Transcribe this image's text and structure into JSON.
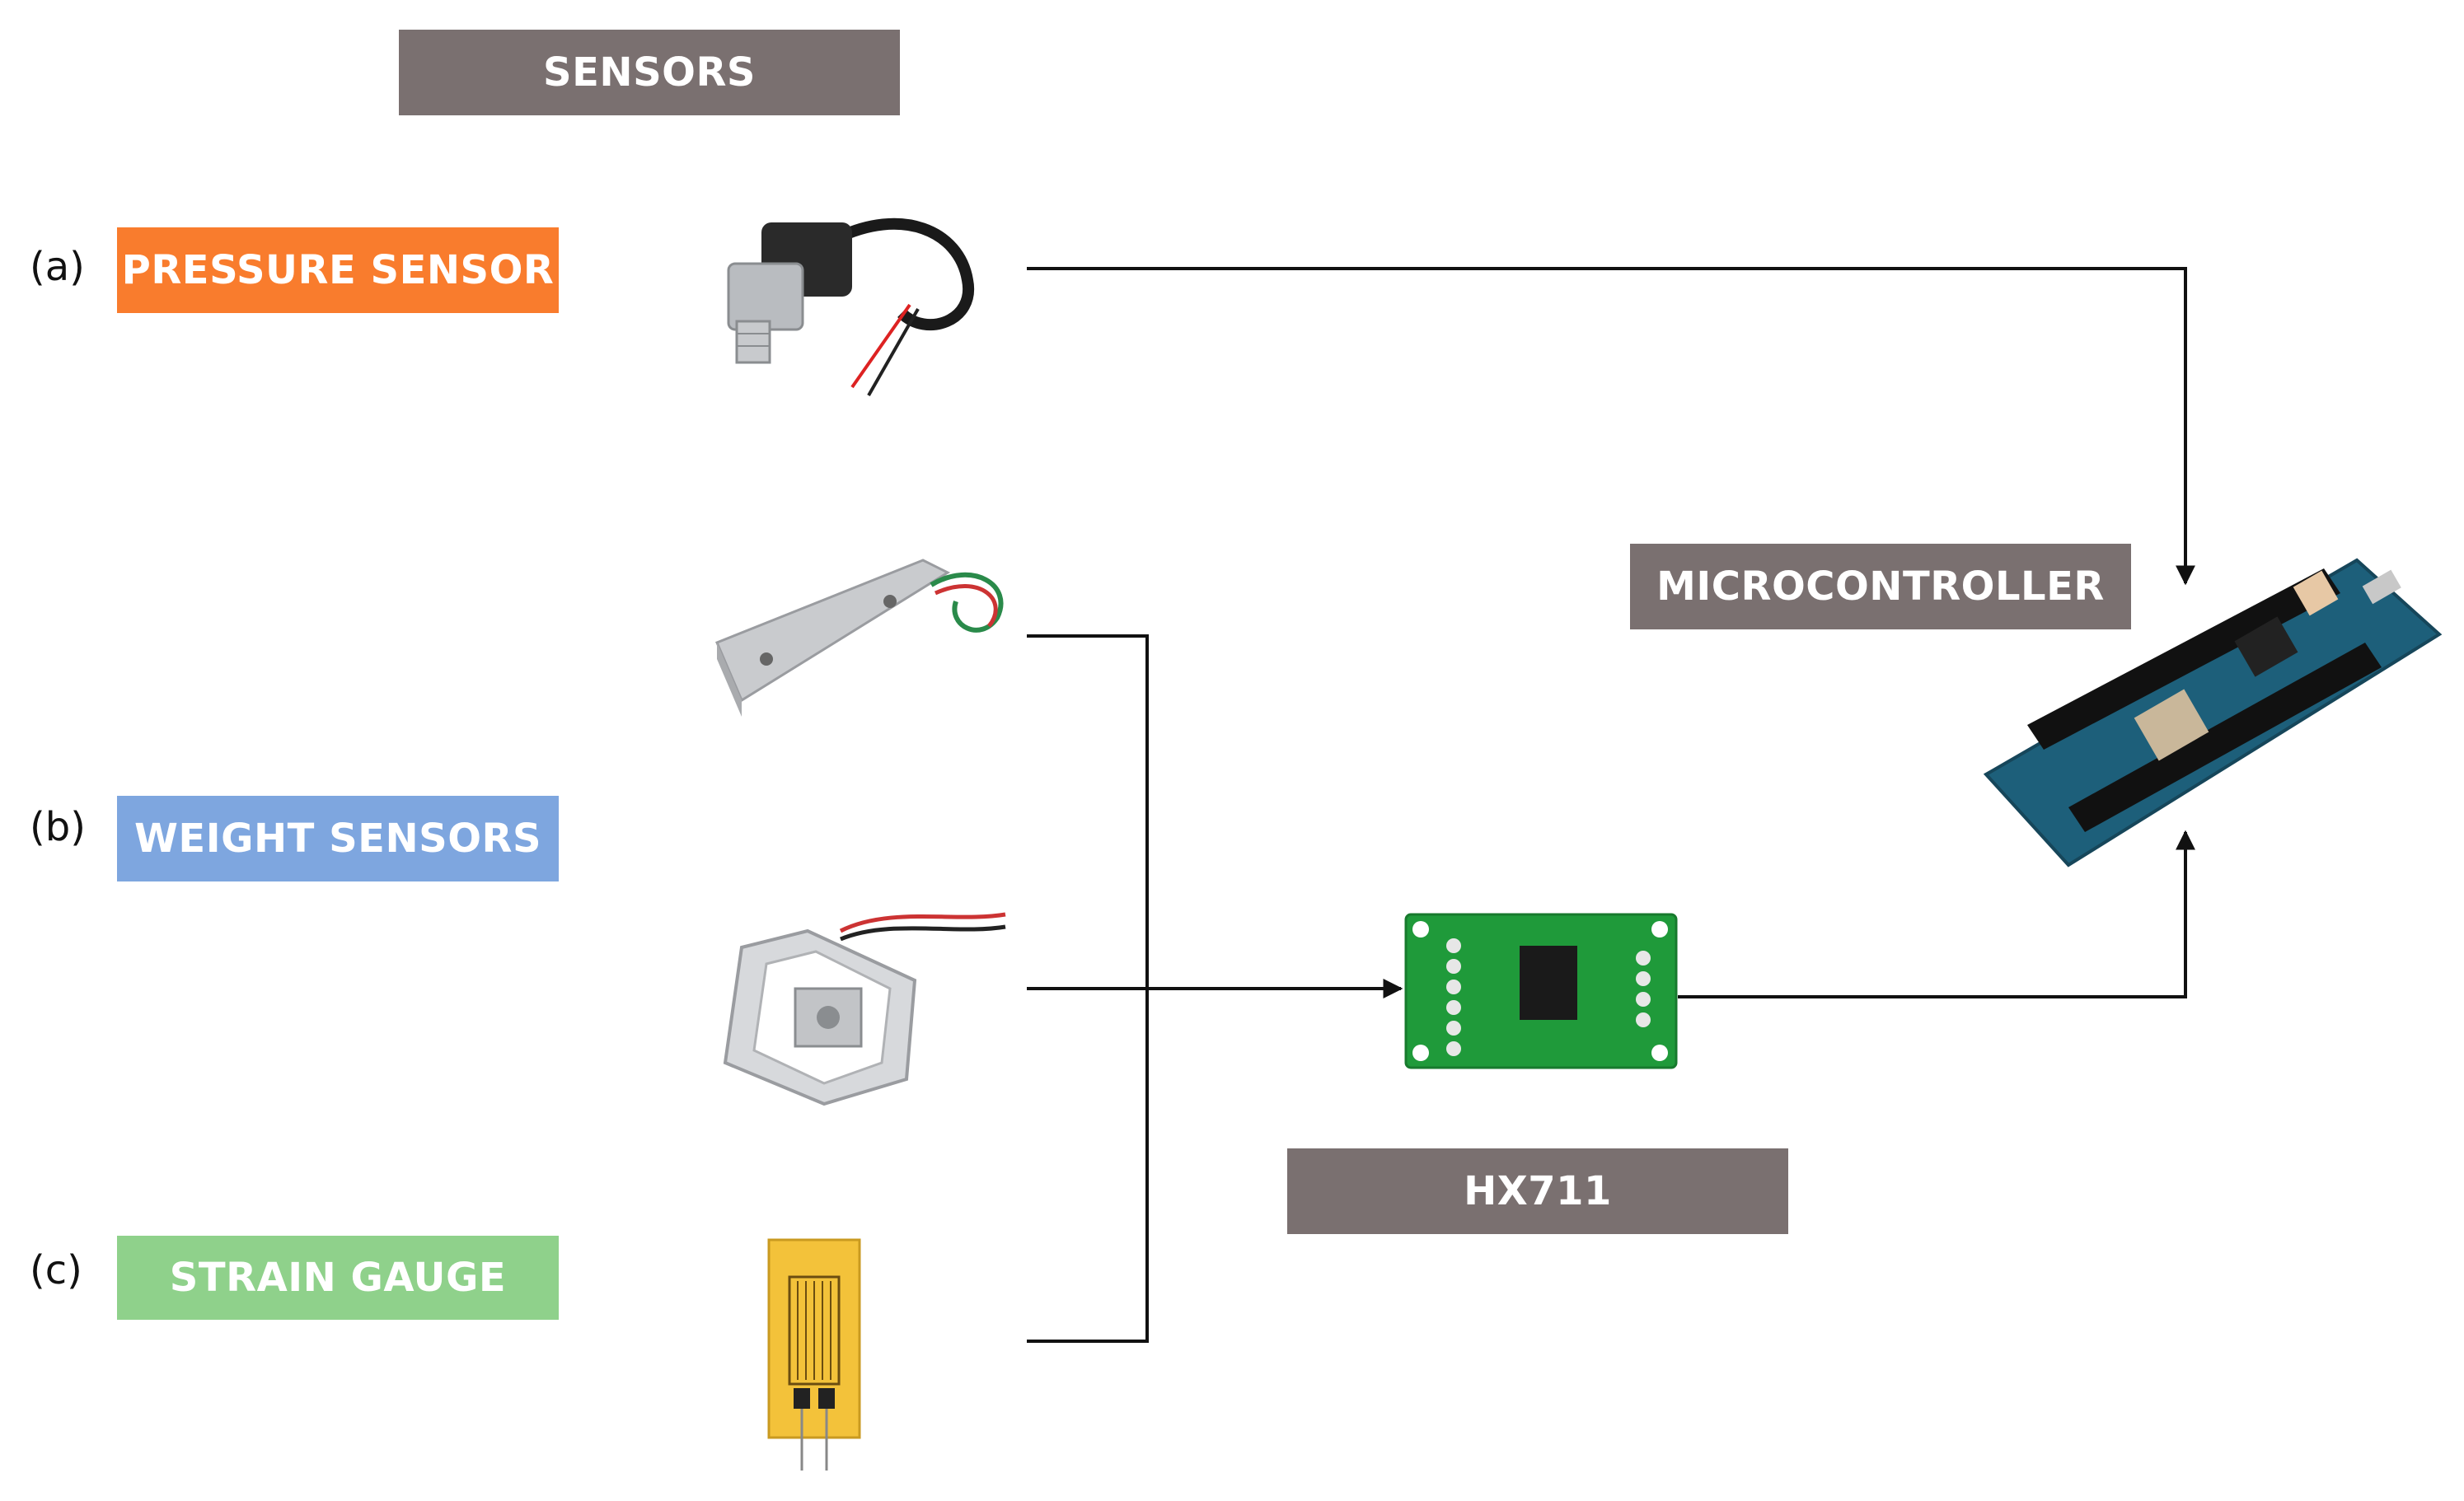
{
  "header": {
    "label": "SENSORS"
  },
  "sensors": [
    {
      "tag": "(a)",
      "label": "PRESSURE SENSOR"
    },
    {
      "tag": "(b)",
      "label": "WEIGHT SENSORS"
    },
    {
      "tag": "(c)",
      "label": "STRAIN GAUGE"
    }
  ],
  "microcontroller": {
    "label": "MICROCONTROLLER"
  },
  "amplifier": {
    "label": "HX711"
  },
  "colors": {
    "gray_box": "#7a7070",
    "pressure": "#f97c2d",
    "weight": "#7ea6df",
    "strain": "#8fd18b",
    "wire": "#111111"
  },
  "icons": {
    "pressure_sensor": "pressure-transducer-photo",
    "load_cell_bar": "bar-load-cell-photo",
    "load_cell_half_bridge": "half-bridge-load-cell-photo",
    "strain_gauge": "foil-strain-gauge-photo",
    "hx711_board": "hx711-board-photo",
    "microcontroller_board": "arduino-mkr-board-photo"
  }
}
